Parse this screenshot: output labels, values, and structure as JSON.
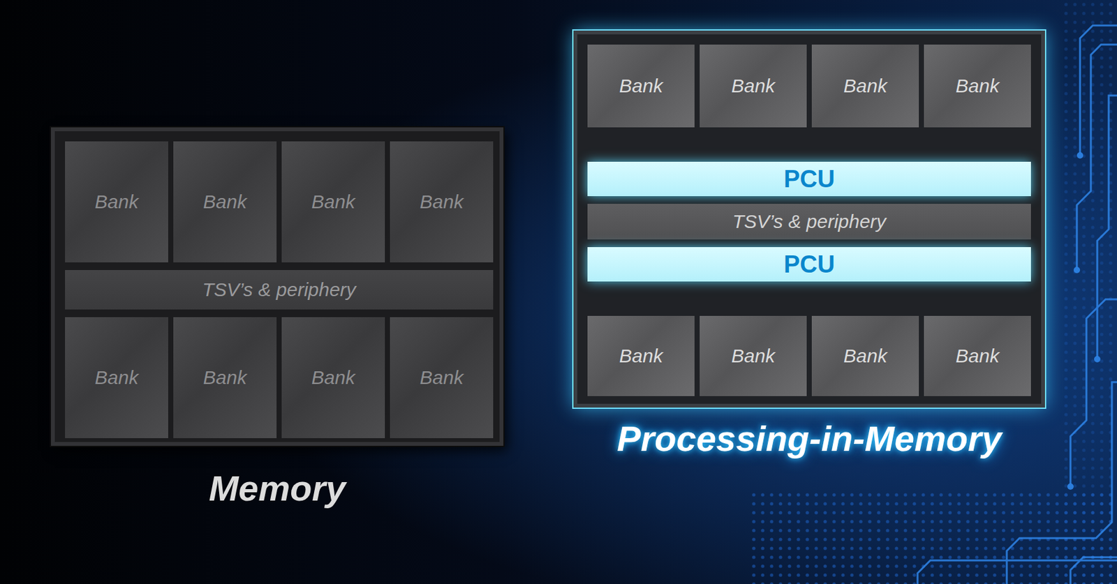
{
  "diagram": {
    "nodes": [
      {
        "text": [
          "Memory"
        ]
      },
      {
        "text": [
          "Bank"
        ],
        "in": 0
      },
      {
        "text": [
          "Bank"
        ],
        "in": 0
      },
      {
        "text": [
          "Bank"
        ],
        "in": 0
      },
      {
        "text": [
          "Bank"
        ],
        "in": 0
      },
      {
        "text": [
          "TSV’s & periphery"
        ],
        "in": 0
      },
      {
        "text": [
          "Bank"
        ],
        "in": 0
      },
      {
        "text": [
          "Bank"
        ],
        "in": 0
      },
      {
        "text": [
          "Bank"
        ],
        "in": 0
      },
      {
        "text": [
          "Bank"
        ],
        "in": 0
      },
      {
        "text": [
          "Processing-in-Memory"
        ]
      },
      {
        "text": [
          "Bank"
        ],
        "in": 10
      },
      {
        "text": [
          "Bank"
        ],
        "in": 10
      },
      {
        "text": [
          "Bank"
        ],
        "in": 10
      },
      {
        "text": [
          "Bank"
        ],
        "in": 10
      },
      {
        "text": [
          "PCU"
        ],
        "in": 10
      },
      {
        "text": [
          "TSV’s & periphery"
        ],
        "in": 10
      },
      {
        "text": [
          "PCU"
        ],
        "in": 10
      },
      {
        "text": [
          "Bank"
        ],
        "in": 10
      },
      {
        "text": [
          "Bank"
        ],
        "in": 10
      },
      {
        "text": [
          "Bank"
        ],
        "in": 10
      },
      {
        "text": [
          "Bank"
        ],
        "in": 10
      }
    ],
    "edges": [
      {
        "from": 11,
        "to": 15,
        "arrow": "both"
      },
      {
        "from": 12,
        "to": 15,
        "arrow": "both"
      },
      {
        "from": 13,
        "to": 15,
        "arrow": "both"
      },
      {
        "from": 14,
        "to": 15,
        "arrow": "both"
      },
      {
        "from": 18,
        "to": 17,
        "arrow": "both"
      },
      {
        "from": 19,
        "to": 17,
        "arrow": "both"
      },
      {
        "from": 20,
        "to": 17,
        "arrow": "both"
      },
      {
        "from": 21,
        "to": 17,
        "arrow": "both"
      }
    ]
  }
}
